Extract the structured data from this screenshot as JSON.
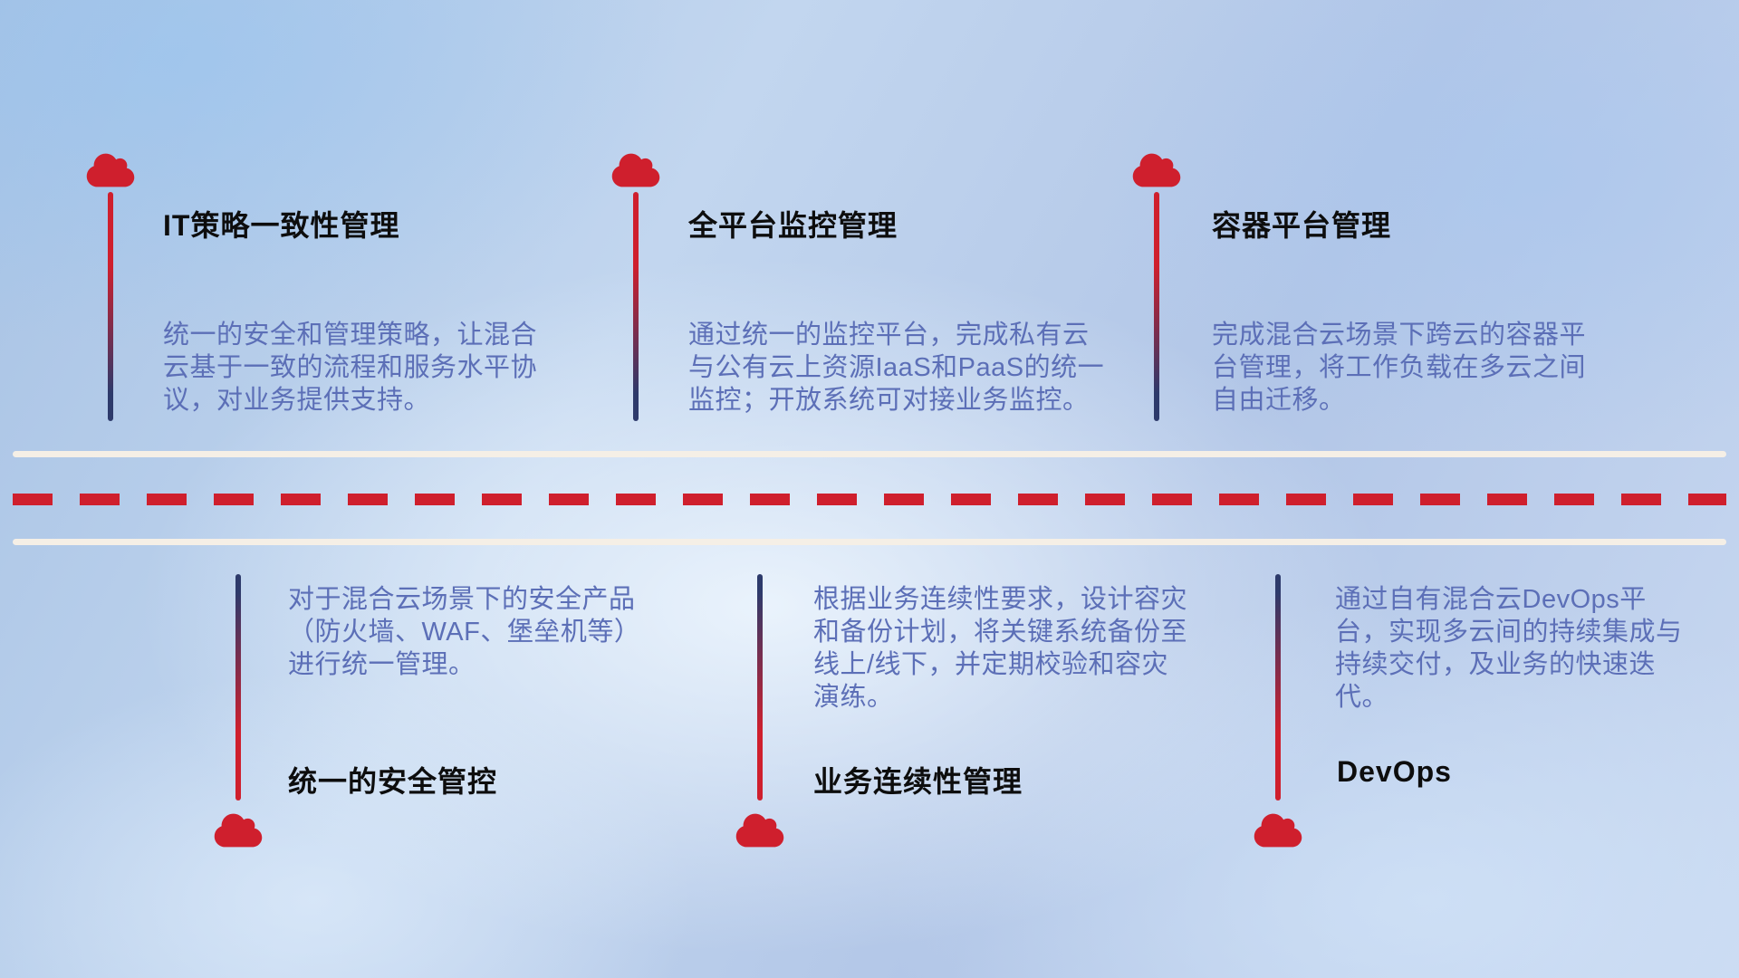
{
  "colors": {
    "accent_red": "#cf1f2d",
    "accent_navy": "#2d3a6b",
    "title_text": "#0d0d0d",
    "desc_text": "#5c6fb7",
    "road_line": "#f5efe6"
  },
  "top_items": [
    {
      "title": "IT策略一致性管理",
      "desc": "统一的安全和管理策略，让混合云基于一致的流程和服务水平协议，对业务提供支持。"
    },
    {
      "title": "全平台监控管理",
      "desc": "通过统一的监控平台，完成私有云与公有云上资源IaaS和PaaS的统一监控；开放系统可对接业务监控。"
    },
    {
      "title": "容器平台管理",
      "desc": "完成混合云场景下跨云的容器平台管理，将工作负载在多云之间自由迁移。"
    }
  ],
  "bottom_items": [
    {
      "title": "统一的安全管控",
      "desc": "对于混合云场景下的安全产品（防火墙、WAF、堡垒机等）进行统一管理。"
    },
    {
      "title": "业务连续性管理",
      "desc": "根据业务连续性要求，设计容灾和备份计划，将关键系统备份至线上/线下，并定期校验和容灾演练。"
    },
    {
      "title": "DevOps",
      "desc": "通过自有混合云DevOps平台，实现多云间的持续集成与持续交付，及业务的快速迭代。"
    }
  ]
}
